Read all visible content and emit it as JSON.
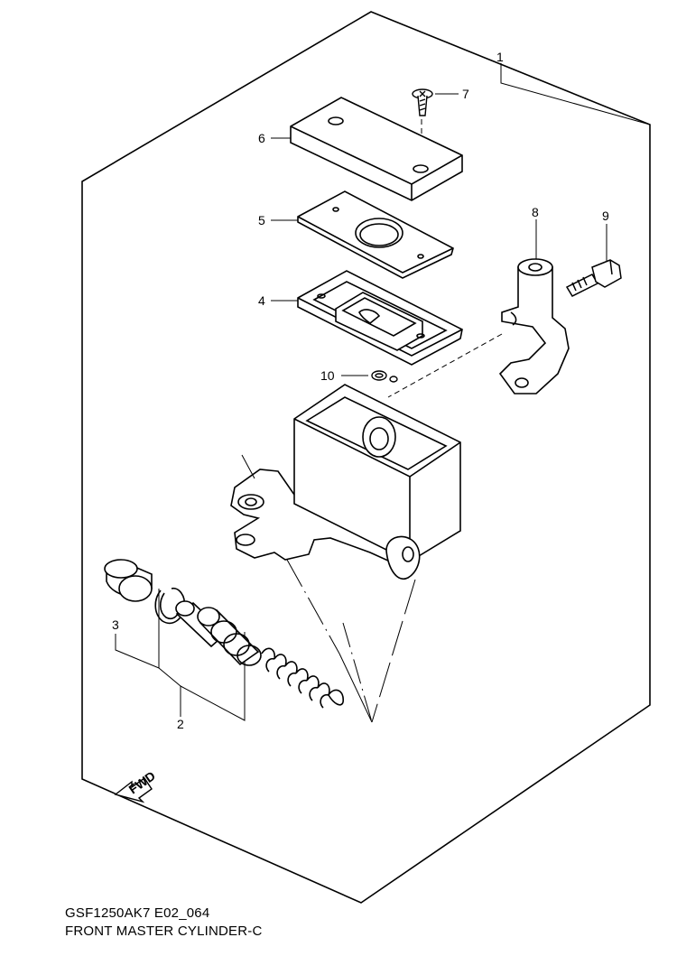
{
  "diagram": {
    "callouts": [
      {
        "id": "1",
        "label": "1"
      },
      {
        "id": "2",
        "label": "2"
      },
      {
        "id": "3",
        "label": "3"
      },
      {
        "id": "4",
        "label": "4"
      },
      {
        "id": "5",
        "label": "5"
      },
      {
        "id": "6",
        "label": "6"
      },
      {
        "id": "7",
        "label": "7"
      },
      {
        "id": "8",
        "label": "8"
      },
      {
        "id": "9",
        "label": "9"
      },
      {
        "id": "10",
        "label": "10"
      }
    ],
    "fwd_label": "FWD"
  },
  "footer": {
    "code": "GSF1250AK7 E02_064",
    "title": "FRONT MASTER CYLINDER-C"
  }
}
